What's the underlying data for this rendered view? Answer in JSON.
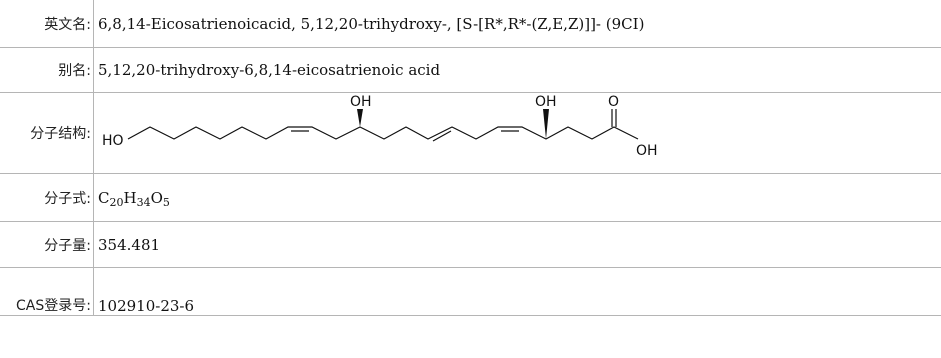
{
  "rows": {
    "english_name": {
      "label": "英文名:",
      "value": "6,8,14-Eicosatrienoicacid, 5,12,20-trihydroxy-, [S-[R*,R*-(Z,E,Z)]]- (9CI)"
    },
    "alias": {
      "label": "别名:",
      "value": "5,12,20-trihydroxy-6,8,14-eicosatrienoic acid"
    },
    "structure": {
      "label": "分子结构:",
      "atoms": {
        "ho": "HO",
        "oh_12": "OH",
        "oh_5": "OH",
        "o_carbonyl": "O",
        "oh_acid": "OH"
      }
    },
    "formula": {
      "label": "分子式:",
      "parts": [
        {
          "el": "C",
          "sub": "20"
        },
        {
          "el": "H",
          "sub": "34"
        },
        {
          "el": "O",
          "sub": "5"
        }
      ]
    },
    "weight": {
      "label": "分子量:",
      "value": "354.481"
    },
    "cas": {
      "label": "CAS登录号:",
      "value": "102910-23-6"
    }
  }
}
